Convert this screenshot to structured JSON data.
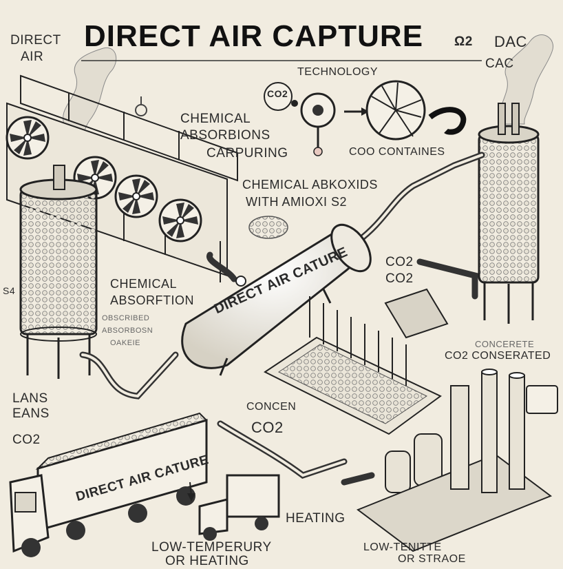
{
  "title": "DIRECT AIR CAPTURE",
  "title_symbol": "Ω2",
  "subtitle": "TECHNOLOGY",
  "top_left": {
    "line1": "DIRECT",
    "line2": "AIR"
  },
  "top_right": {
    "line1": "DAC",
    "line2": "CAC"
  },
  "labels": {
    "co2_top": "CO2",
    "chem_abs_line1": "CHEMICAL",
    "chem_abs_line2": "ABSORBIONS",
    "chem_abs_line3": "CARPURING",
    "coo_right": "COO CONTAINES",
    "chem_abk_line1": "CHEMICAL ABKOXIDS",
    "chem_abk_line2": "WITH AMIOXI S2",
    "co2_right_1": "CO2",
    "co2_right_2": "CO2",
    "chem_absorption_line1": "CHEMICAL",
    "chem_absorption_line2": "ABSORFTION",
    "faint_1": "OBSCRIBED",
    "faint_2": "ABSORBOSN",
    "faint_3": "OAKEIE",
    "s4": "S4",
    "lans": "LANS",
    "eans": "EANS",
    "co2_left": "CO2",
    "concen": "CONCEN",
    "co2_mid": "CO2",
    "concerete": "CONCERETE",
    "co2_conserated": "CO2 CONSERATED",
    "heating": "HEATING",
    "low_temp_line1": "LOW-TEMPERURY",
    "low_temp_line2": "OR HEATING",
    "low_tenr_line1": "LOW-TENITTE",
    "low_tenr_line2": "OR STRAOE"
  },
  "tank_label": "DIRECT AIR CATURE",
  "truck_label": "DIRECT AIR CATURE"
}
